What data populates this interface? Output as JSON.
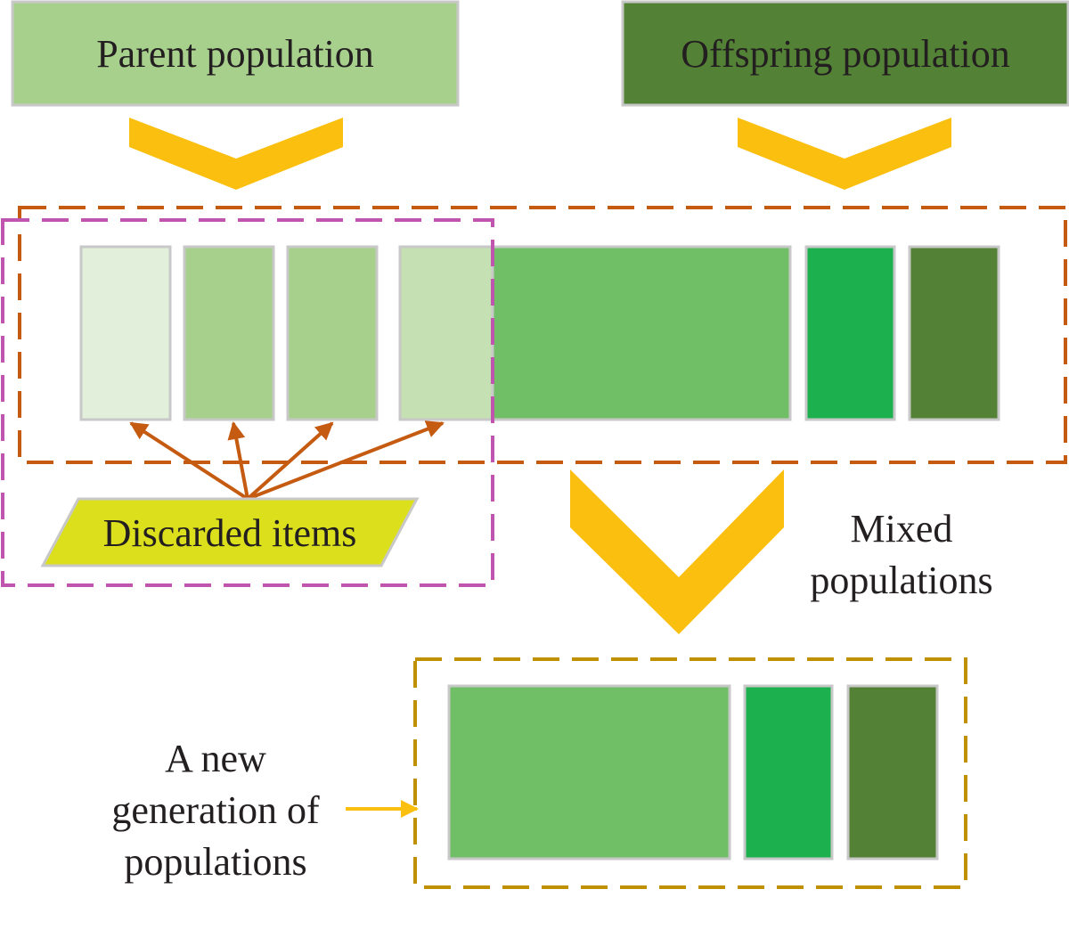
{
  "header": {
    "parent_label": "Parent population",
    "offspring_label": "Offspring population"
  },
  "discard": {
    "label": "Discarded items"
  },
  "mixed": {
    "line1": "Mixed",
    "line2": "populations"
  },
  "new_generation": {
    "line1": "A new",
    "line2": "generation of",
    "line3": "populations"
  },
  "colors": {
    "parent_box": "#a8d08d",
    "offspring_box": "#538135",
    "chevron": "#fbbf0f",
    "mixed_border": "#c55a11",
    "discard_border": "#c055b0",
    "new_gen_border": "#bf9000",
    "discard_label_bg": "#dce01c",
    "item_border": "#c8c8c8",
    "item_pale": "#e2efda",
    "item_light": "#a8d08d",
    "item_lightest_green": "#c5e0b3",
    "item_mid": "#70bf67",
    "item_bright": "#1db04e",
    "item_dark": "#538135",
    "pointer_arrow": "#c55a11",
    "new_gen_arrow": "#fbbf0f"
  }
}
